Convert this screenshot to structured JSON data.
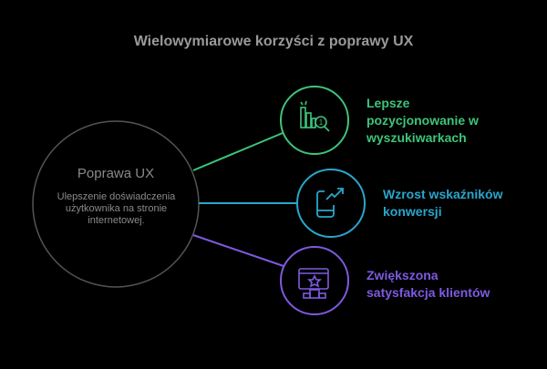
{
  "title": "Wielowymiarowe korzyści z poprawy UX",
  "center": {
    "title": "Poprawa UX",
    "description": "Ulepszenie doświadczenia użytkownika na stronie internetowej."
  },
  "benefits": [
    {
      "label": "Lepsze pozycjonowanie w wyszukiwarkach",
      "icon": "ranking-search-icon",
      "color": "#3ec47a"
    },
    {
      "label": "Wzrost wskaźników konwersji",
      "icon": "mobile-growth-icon",
      "color": "#2aa6cc"
    },
    {
      "label": "Zwiększona satysfakcja klientów",
      "icon": "rated-podium-icon",
      "color": "#7d5ae0"
    }
  ]
}
